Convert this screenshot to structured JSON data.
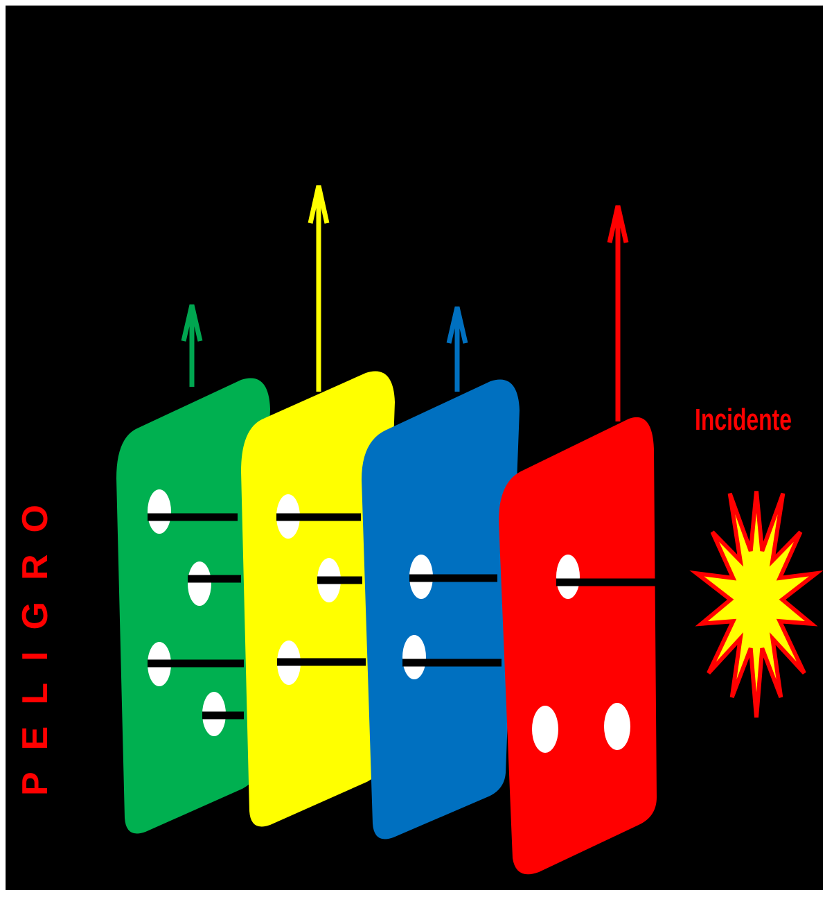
{
  "diagram": {
    "title": "",
    "danger_label": "PELIGRO",
    "incident_label": "Incidente"
  },
  "colors": {
    "background": "#000000",
    "green": "#00b050",
    "green_arrow": "#00a650",
    "yellow": "#ffff00",
    "blue": "#0070c0",
    "blue_arrow": "#0070c0",
    "red": "#ff0000",
    "hole": "#ffffff",
    "hazard_line": "#000000",
    "burst_fill": "#ffff00",
    "burst_stroke": "#ff0000"
  },
  "layers": [
    {
      "name": "green-layer",
      "color": "green",
      "hole_count": 4
    },
    {
      "name": "yellow-layer",
      "color": "yellow",
      "hole_count": 3
    },
    {
      "name": "blue-layer",
      "color": "blue",
      "hole_count": 2
    },
    {
      "name": "red-layer",
      "color": "red",
      "hole_count": 3
    }
  ],
  "icons": {
    "burst": "explosion-burst-icon",
    "arrow": "up-arrow-icon"
  }
}
